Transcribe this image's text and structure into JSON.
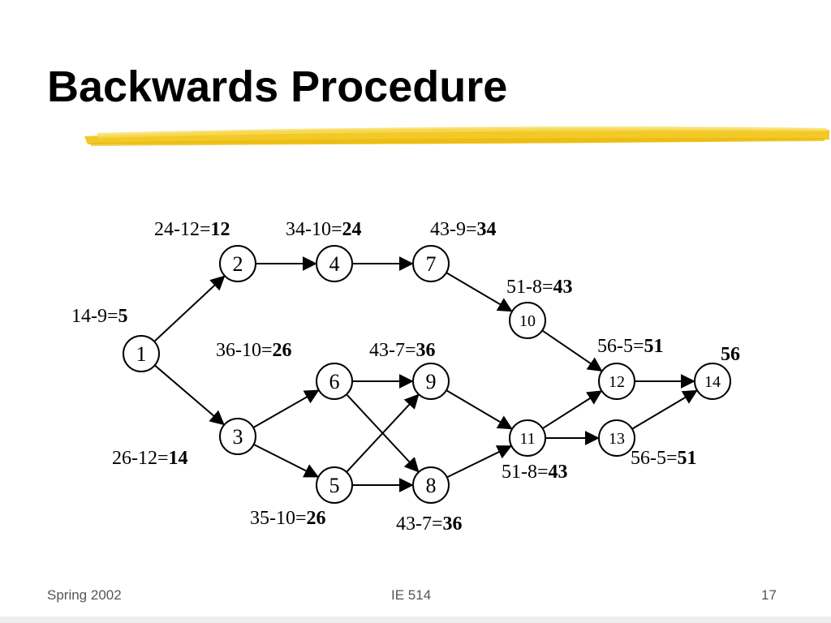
{
  "slide": {
    "title": "Backwards Procedure",
    "footer_left": "Spring 2002",
    "footer_center": "IE 514",
    "footer_right": "17",
    "colors": {
      "highlighter": "#f2c416",
      "node_stroke": "#000000",
      "edge": "#000000"
    }
  },
  "network": {
    "nodes": [
      {
        "id": "1",
        "label": "1"
      },
      {
        "id": "2",
        "label": "2"
      },
      {
        "id": "3",
        "label": "3"
      },
      {
        "id": "4",
        "label": "4"
      },
      {
        "id": "5",
        "label": "5"
      },
      {
        "id": "6",
        "label": "6"
      },
      {
        "id": "7",
        "label": "7"
      },
      {
        "id": "8",
        "label": "8"
      },
      {
        "id": "9",
        "label": "9"
      },
      {
        "id": "10",
        "label": "10"
      },
      {
        "id": "11",
        "label": "11"
      },
      {
        "id": "12",
        "label": "12"
      },
      {
        "id": "13",
        "label": "13"
      },
      {
        "id": "14",
        "label": "14"
      }
    ],
    "edges": [
      {
        "from": "1",
        "to": "2"
      },
      {
        "from": "1",
        "to": "3"
      },
      {
        "from": "2",
        "to": "4"
      },
      {
        "from": "4",
        "to": "7"
      },
      {
        "from": "7",
        "to": "10"
      },
      {
        "from": "10",
        "to": "12"
      },
      {
        "from": "3",
        "to": "6"
      },
      {
        "from": "3",
        "to": "5"
      },
      {
        "from": "6",
        "to": "9"
      },
      {
        "from": "6",
        "to": "8"
      },
      {
        "from": "5",
        "to": "9"
      },
      {
        "from": "5",
        "to": "8"
      },
      {
        "from": "9",
        "to": "11"
      },
      {
        "from": "8",
        "to": "11"
      },
      {
        "from": "11",
        "to": "12"
      },
      {
        "from": "11",
        "to": "13"
      },
      {
        "from": "12",
        "to": "14"
      },
      {
        "from": "13",
        "to": "14"
      }
    ],
    "annotations": [
      {
        "node": "2",
        "expr": "24-12=",
        "result": "12"
      },
      {
        "node": "4",
        "expr": "34-10=",
        "result": "24"
      },
      {
        "node": "7",
        "expr": "43-9=",
        "result": "34"
      },
      {
        "node": "10",
        "expr": "51-8=",
        "result": "43"
      },
      {
        "node": "1",
        "expr": "14-9=",
        "result": "5"
      },
      {
        "node": "6",
        "expr": "36-10=",
        "result": "26"
      },
      {
        "node": "9",
        "expr": "43-7=",
        "result": "36"
      },
      {
        "node": "12",
        "expr": "56-5=",
        "result": "51"
      },
      {
        "node": "14",
        "expr": "",
        "result": "56"
      },
      {
        "node": "3",
        "expr": "26-12=",
        "result": "14"
      },
      {
        "node": "13",
        "expr": "56-5=",
        "result": "51"
      },
      {
        "node": "11",
        "expr": "51-8=",
        "result": "43"
      },
      {
        "node": "5",
        "expr": "35-10=",
        "result": "26"
      },
      {
        "node": "8",
        "expr": "43-7=",
        "result": "36"
      }
    ]
  }
}
